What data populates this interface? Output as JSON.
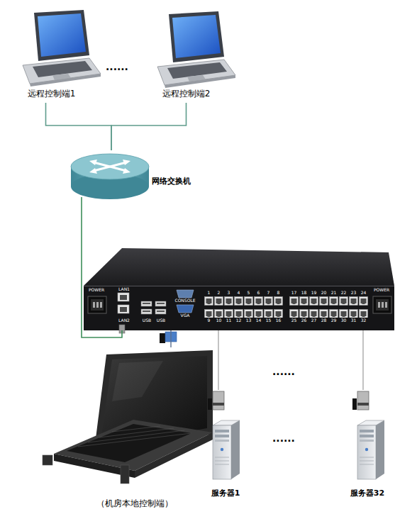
{
  "diagram": {
    "nodes": [
      {
        "text": [
          "远程控制端1"
        ]
      },
      {
        "text": [
          "远程控制端2"
        ]
      },
      {
        "text": [
          "网络交换机"
        ]
      },
      {
        "text": [
          "LAN1",
          "LAN2",
          "USB",
          "USB",
          "CONSOLE",
          "VGA"
        ]
      },
      {
        "text": [
          "（机房本地控制端）"
        ]
      },
      {
        "text": [
          "服务器1"
        ]
      },
      {
        "text": [
          "服务器32"
        ]
      }
    ],
    "edges": [
      {
        "from": 0,
        "to": 2,
        "arrow": "none"
      },
      {
        "from": 1,
        "to": 2,
        "arrow": "none"
      },
      {
        "from": 2,
        "to": 3,
        "arrow": "none"
      },
      {
        "from": 3,
        "to": 4,
        "arrow": "none"
      },
      {
        "from": 3,
        "to": 5,
        "arrow": "none"
      },
      {
        "from": 3,
        "to": 6,
        "arrow": "none"
      }
    ],
    "labels": [
      "......",
      "......",
      "......",
      "POWER",
      "POWER",
      "1",
      "2",
      "3",
      "4",
      "5",
      "6",
      "7",
      "8",
      "9",
      "10",
      "11",
      "12",
      "13",
      "14",
      "15",
      "16",
      "17",
      "18",
      "19",
      "20",
      "21",
      "22",
      "23",
      "24",
      "25",
      "26",
      "27",
      "28",
      "29",
      "30",
      "31",
      "32"
    ]
  }
}
